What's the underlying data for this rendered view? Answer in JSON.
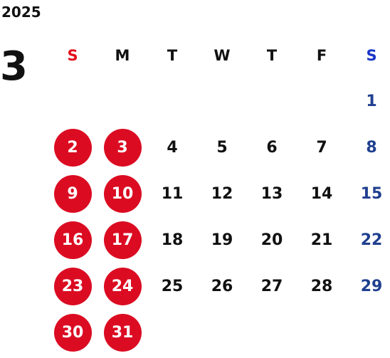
{
  "calendar": {
    "year": "2025",
    "month": "3",
    "weekdays": [
      "S",
      "M",
      "T",
      "W",
      "T",
      "F",
      "S"
    ],
    "colors": {
      "sunday_header": "#e4101b",
      "saturday_header": "#1a35c9",
      "saturday_days": "#1f3f8f",
      "holiday_circle": "#db0c22",
      "weekday_text": "#111111"
    },
    "weeks": [
      [
        "",
        "",
        "",
        "",
        "",
        "",
        "1"
      ],
      [
        "2",
        "3",
        "4",
        "5",
        "6",
        "7",
        "8"
      ],
      [
        "9",
        "10",
        "11",
        "12",
        "13",
        "14",
        "15"
      ],
      [
        "16",
        "17",
        "18",
        "19",
        "20",
        "21",
        "22"
      ],
      [
        "23",
        "24",
        "25",
        "26",
        "27",
        "28",
        "29"
      ],
      [
        "30",
        "31",
        "",
        "",
        "",
        "",
        ""
      ]
    ],
    "highlighted_days": [
      "2",
      "3",
      "9",
      "10",
      "16",
      "17",
      "23",
      "24",
      "30",
      "31"
    ]
  }
}
